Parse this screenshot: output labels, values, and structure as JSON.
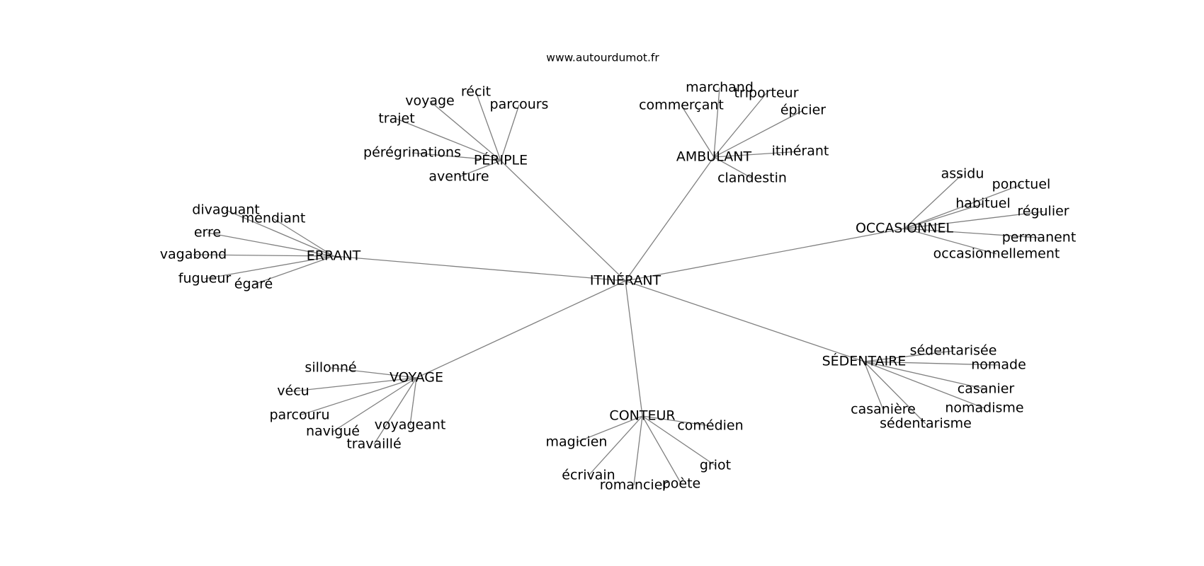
{
  "site": "www.autourdumot.fr",
  "center": "ITINÉRANT",
  "colors": {
    "edge": "#808080",
    "text": "#000000",
    "background": "#ffffff"
  },
  "groups": [
    {
      "id": "periple",
      "label": "PÉRIPLE",
      "children": [
        "récit",
        "voyage",
        "parcours",
        "trajet",
        "pérégrinations",
        "aventure"
      ]
    },
    {
      "id": "ambulant",
      "label": "AMBULANT",
      "children": [
        "marchand",
        "triporteur",
        "commerçant",
        "épicier",
        "itinérant",
        "clandestin"
      ]
    },
    {
      "id": "errant",
      "label": "ERRANT",
      "children": [
        "divaguant",
        "mendiant",
        "erre",
        "vagabond",
        "fugueur",
        "égaré"
      ]
    },
    {
      "id": "occasionnel",
      "label": "OCCASIONNEL",
      "children": [
        "assidu",
        "ponctuel",
        "habituel",
        "régulier",
        "permanent",
        "occasionnellement"
      ]
    },
    {
      "id": "voyage",
      "label": "VOYAGE",
      "children": [
        "sillonné",
        "vécu",
        "parcouru",
        "navigué",
        "voyageant",
        "travaillé"
      ]
    },
    {
      "id": "sedentaire",
      "label": "SÉDENTAIRE",
      "children": [
        "sédentarisée",
        "nomade",
        "casanier",
        "casanière",
        "nomadisme",
        "sédentarisme"
      ]
    },
    {
      "id": "conteur",
      "label": "CONTEUR",
      "children": [
        "comédien",
        "magicien",
        "griot",
        "écrivain",
        "romancier",
        "poète"
      ]
    }
  ]
}
